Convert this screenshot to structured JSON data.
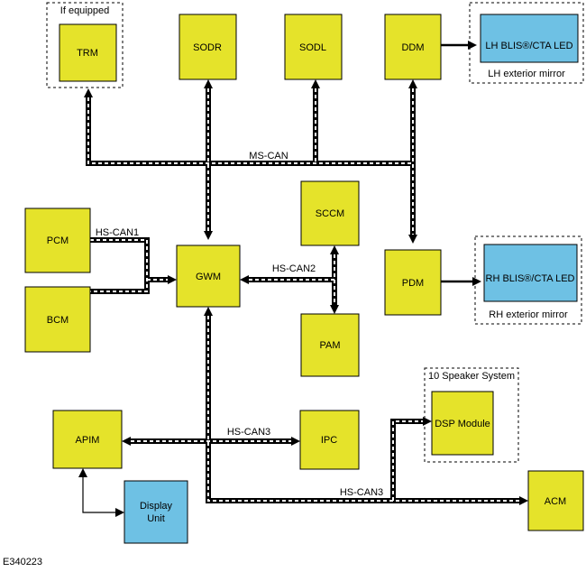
{
  "figure_id": "E340223",
  "groups": {
    "if_equipped": "If equipped",
    "lh_mirror": "LH exterior mirror",
    "rh_mirror": "RH exterior mirror",
    "speaker_system": "10 Speaker System"
  },
  "modules": {
    "trm": "TRM",
    "sodr": "SODR",
    "sodl": "SODL",
    "ddm": "DDM",
    "lh_blis": "LH BLIS®/CTA LED",
    "sccm": "SCCM",
    "pcm": "PCM",
    "gwm": "GWM",
    "pdm": "PDM",
    "rh_blis": "RH BLIS®/CTA LED",
    "bcm": "BCM",
    "pam": "PAM",
    "dsp": "DSP Module",
    "apim": "APIM",
    "ipc": "IPC",
    "display": [
      "Display",
      "Unit"
    ],
    "acm": "ACM"
  },
  "buses": {
    "ms_can": "MS-CAN",
    "hs_can1": "HS-CAN1",
    "hs_can2": "HS-CAN2",
    "hs_can3_ipc": "HS-CAN3",
    "hs_can3_acm": "HS-CAN3"
  },
  "colors": {
    "module_fill": "#e5e32a",
    "led_fill": "#6ec1e4",
    "line": "#000000"
  }
}
